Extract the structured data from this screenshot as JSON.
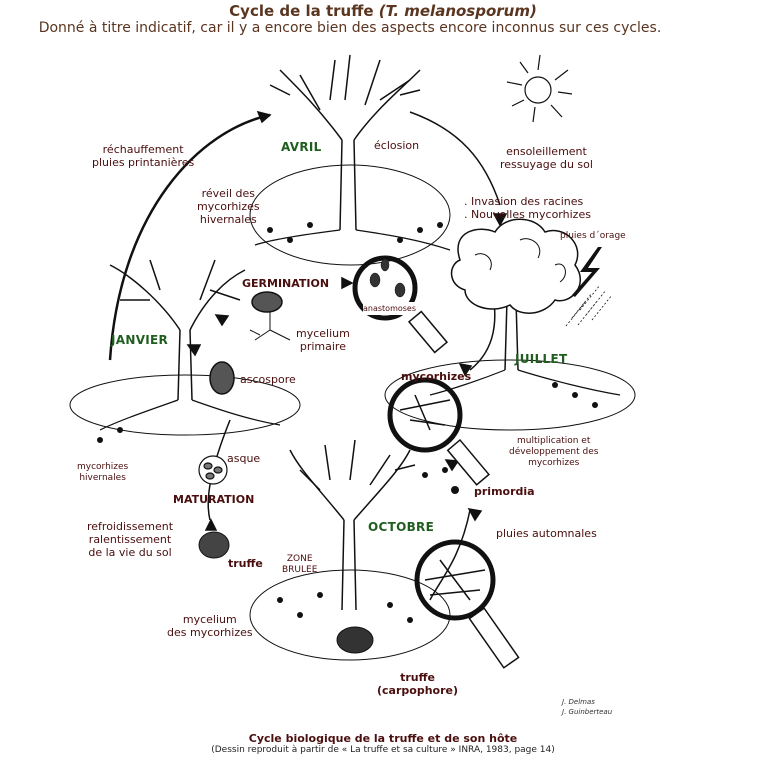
{
  "header": {
    "title": "Cycle de la truffe",
    "title_species": "(T. melanosporum)",
    "subtitle": "Donné à titre indicatif, car il y a encore bien des aspects encore inconnus sur ces cycles."
  },
  "months": {
    "avril": "AVRIL",
    "janvier": "JANVIER",
    "juillet": "JUILLET",
    "octobre": "OCTOBRE"
  },
  "stages": {
    "germination": "GERMINATION",
    "maturation": "MATURATION"
  },
  "labels": {
    "rechauffement": [
      "réchauffement",
      "pluies printanières"
    ],
    "eclosion": "éclosion",
    "ensoleillement": [
      "ensoleillement",
      "ressuyage du sol"
    ],
    "reveil": [
      "réveil des",
      "mycorhizes",
      "hivernales"
    ],
    "invasion": [
      ". Invasion des racines",
      ". Nouvelles mycorhizes"
    ],
    "pluies_orage": "pluies d´orage",
    "anastomoses": "anastomoses",
    "mycelium_primaire": [
      "mycelium",
      "primaire"
    ],
    "ascospore": "ascospore",
    "mycorhizes": "mycorhizes",
    "multiplication": [
      "multiplication et",
      "développement des",
      "mycorhizes"
    ],
    "mycorhizes_hivernales": [
      "mycorhizes",
      "hivernales"
    ],
    "asque": "asque",
    "primordia": "primordia",
    "refroidissement": [
      "refroidissement",
      "ralentissement",
      "de la vie du sol"
    ],
    "pluies_automnales": "pluies automnales",
    "truffe": "truffe",
    "zone_brulee": [
      "ZONE",
      "BRULEE"
    ],
    "mycelium_mycorhizes": [
      "mycelium",
      "des mycorhizes"
    ],
    "truffe_carpophore": [
      "truffe",
      "(carpophore)"
    ]
  },
  "signature": [
    "J. Delmas",
    "J. Guinberteau"
  ],
  "caption": {
    "title": "Cycle biologique de la truffe et de son hôte",
    "source": "(Dessin reproduit à partir de « La truffe et sa culture » INRA, 1983, page 14)"
  },
  "colors": {
    "label": "#4a0e0e",
    "month": "#1f5e1f",
    "header": "#5a3520"
  }
}
